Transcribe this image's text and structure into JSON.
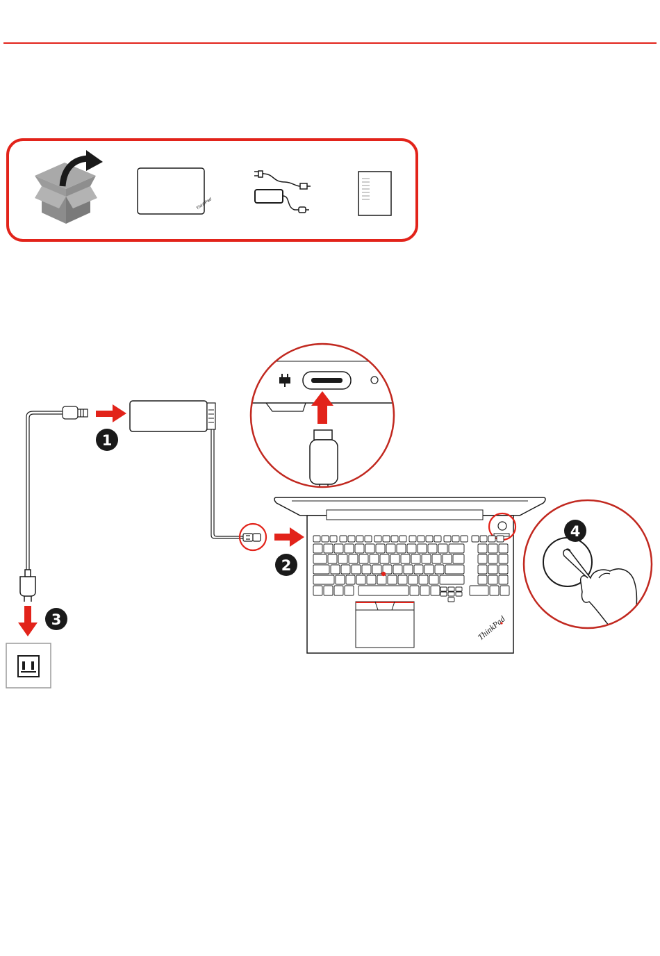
{
  "colors": {
    "accent": "#e2231a",
    "ink": "#1a1a1a",
    "icon_gray": "#8c8c8c",
    "page": "#ffffff"
  },
  "unboxing": {
    "items": [
      {
        "icon": "box-open-icon"
      },
      {
        "icon": "laptop-closed-icon"
      },
      {
        "icon": "power-adapter-icon"
      },
      {
        "icon": "documents-icon"
      }
    ]
  },
  "setup": {
    "steps": [
      {
        "number": "1"
      },
      {
        "number": "2"
      },
      {
        "number": "3"
      },
      {
        "number": "4"
      }
    ],
    "laptop_brand": "ThinkPad",
    "icons": [
      "power-plug-icon",
      "usb-c-port-icon",
      "wall-outlet-icon",
      "power-button-icon",
      "finger-press-icon"
    ]
  }
}
